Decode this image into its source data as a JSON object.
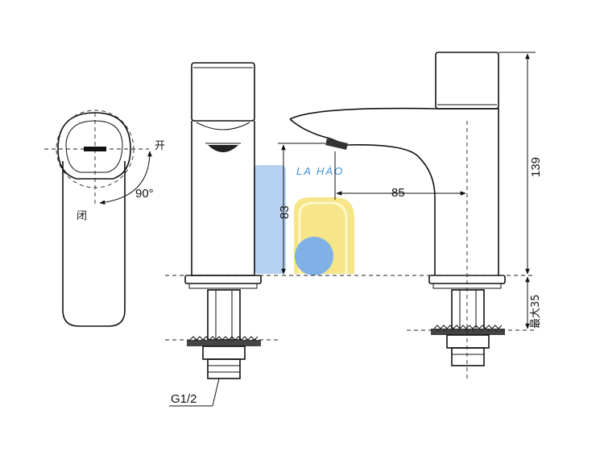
{
  "labels": {
    "open": "开",
    "closed": "闭",
    "angle": "90°",
    "thread": "G1/2"
  },
  "dimensions": {
    "height_total": "139",
    "spout_height": "83",
    "spout_reach": "85",
    "max_thickness": "最大35"
  },
  "watermark": {
    "text": "LA HÀO",
    "colors": {
      "blue": "#6fa8dc",
      "yellow": "#f7e07a"
    }
  }
}
